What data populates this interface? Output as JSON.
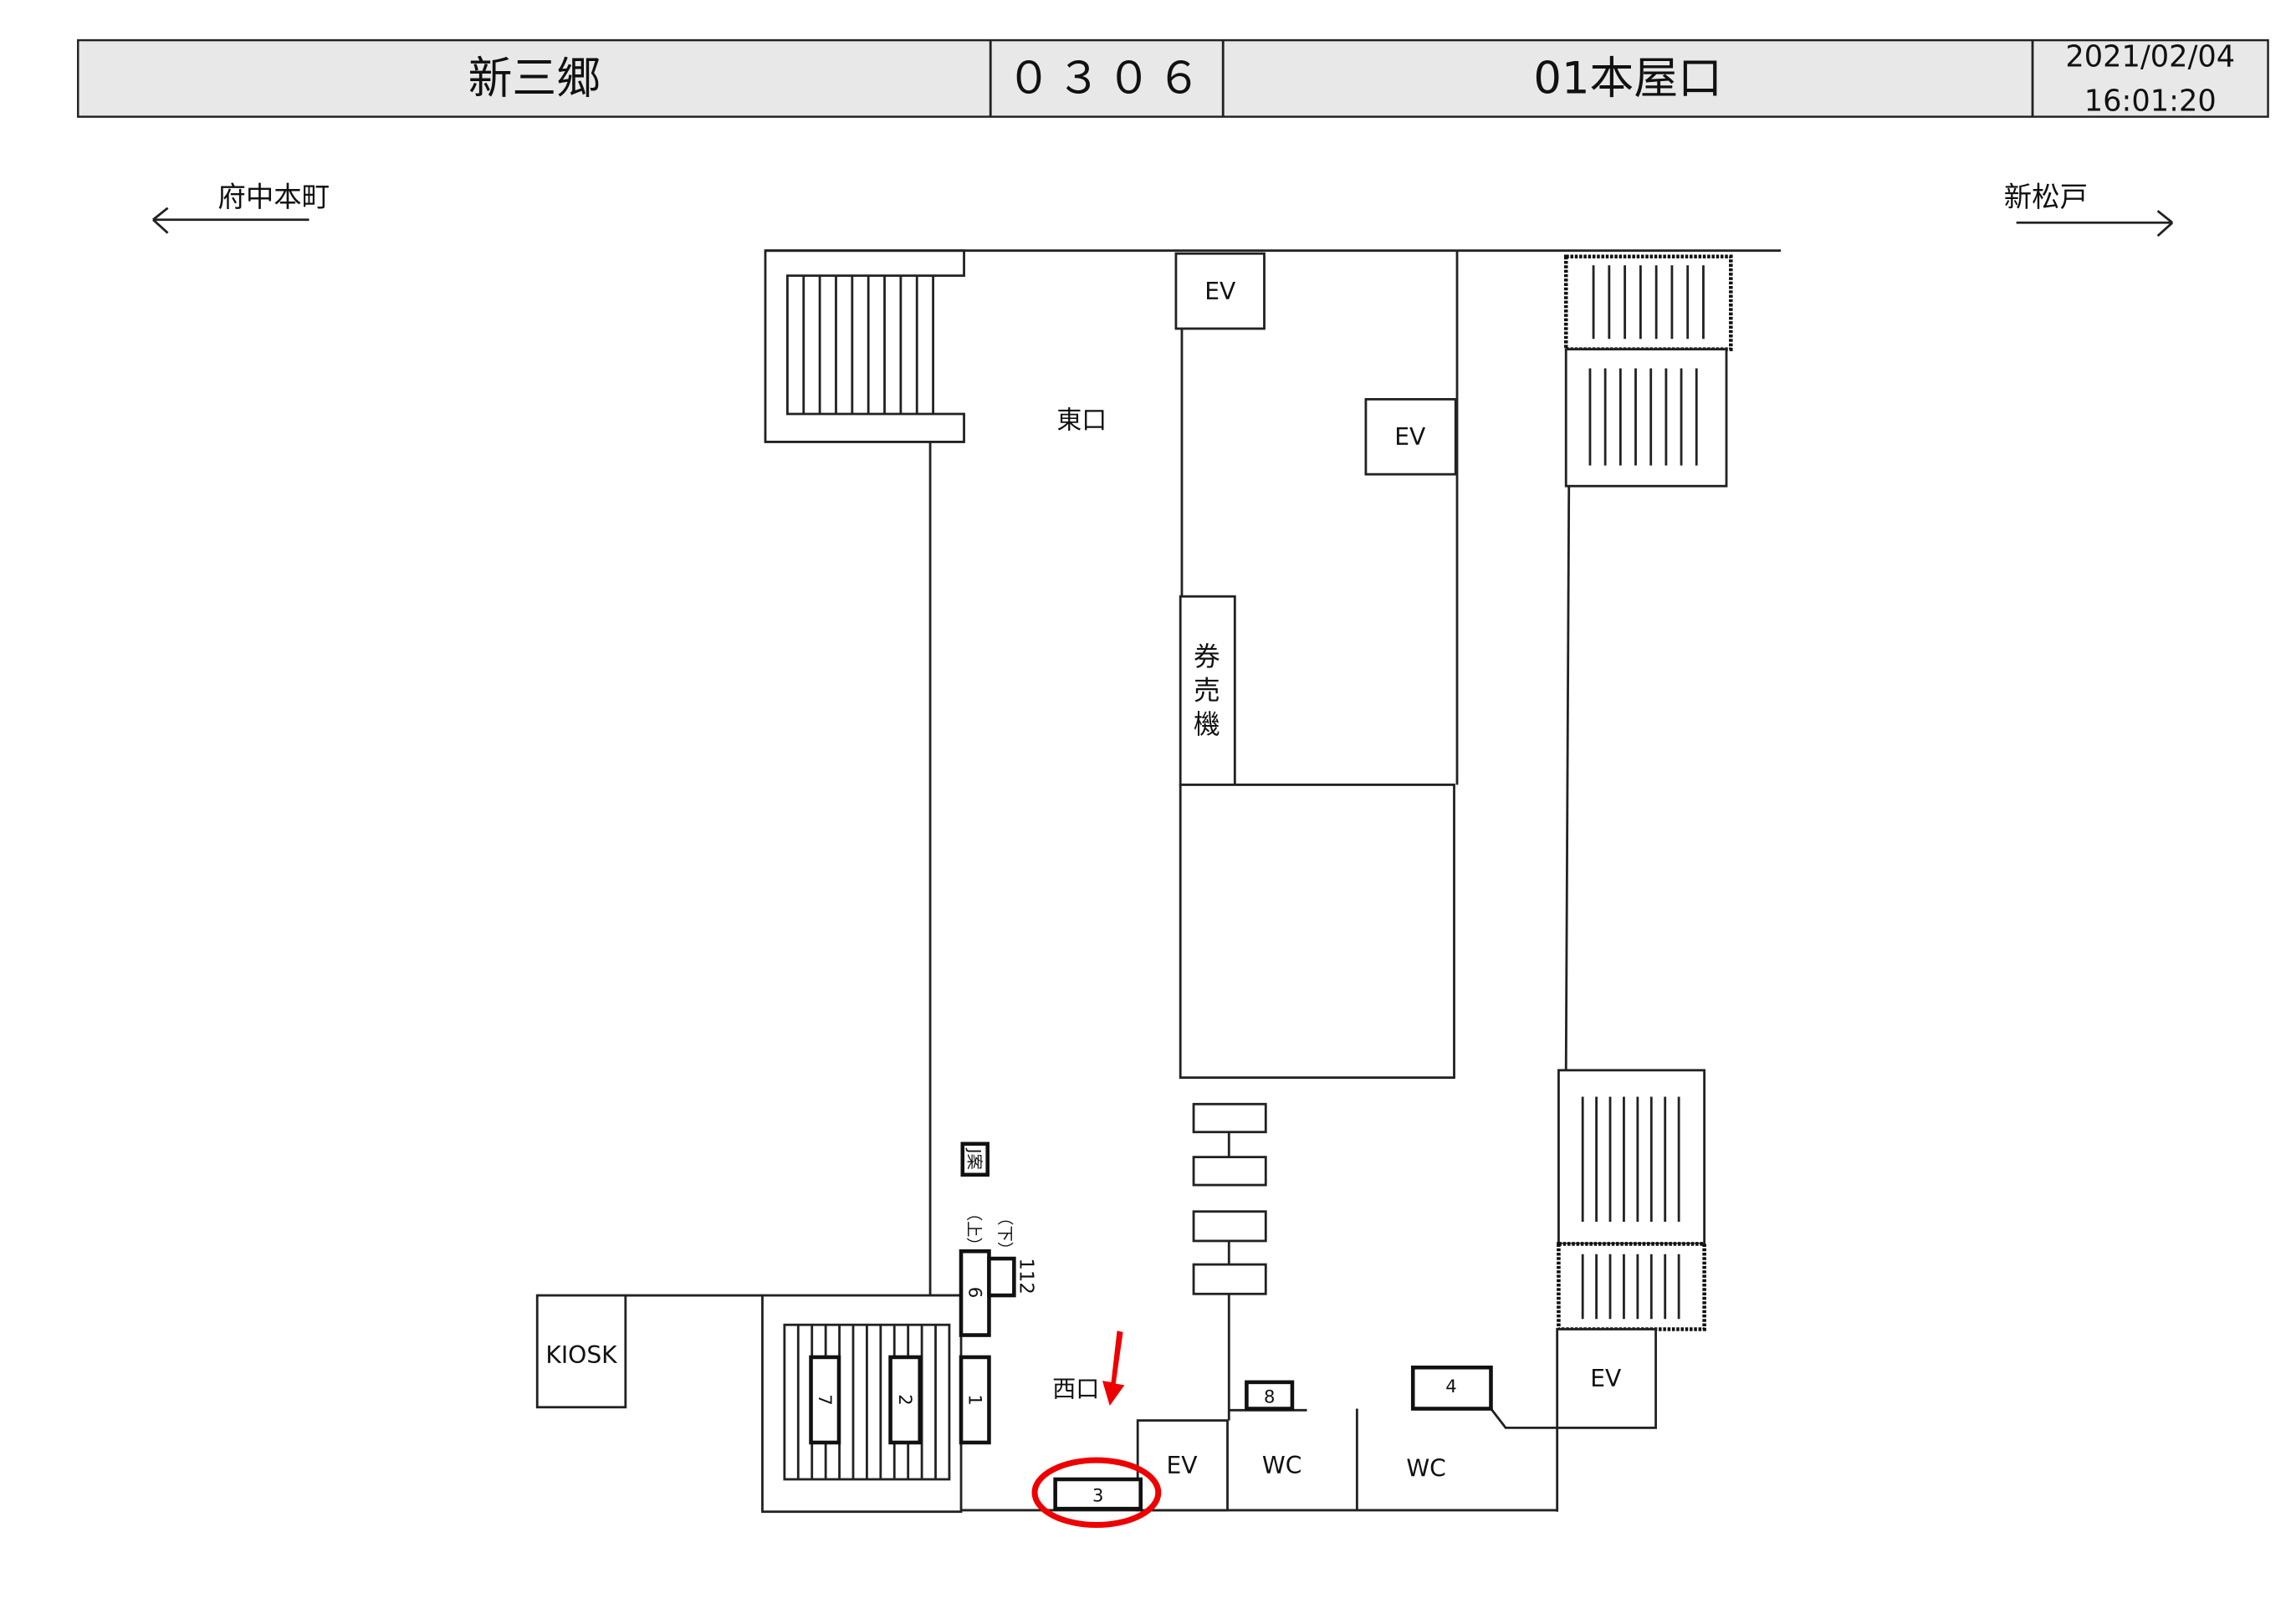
{
  "header": {
    "station": "新三郷",
    "code": "０３０６",
    "location": "01本屋口",
    "date": "2021/02/04",
    "time": "16:01:20"
  },
  "directions": {
    "left": "府中本町",
    "right": "新松戸"
  },
  "labels": {
    "east_exit": "東口",
    "west_exit": "西口",
    "ev": "EV",
    "wc": "WC",
    "kiosk": "KIOSK",
    "ticket_machine": [
      "券",
      "売",
      "機"
    ],
    "j_sign": "J案",
    "up": "（上）",
    "down": "（下）",
    "num_112": "112"
  },
  "markers": {
    "m1": "1",
    "m2": "2",
    "m3": "3",
    "m4": "4",
    "m6": "6",
    "m7": "7",
    "m8": "8"
  },
  "highlight": {
    "marker": "3",
    "color": "#ee0000"
  }
}
